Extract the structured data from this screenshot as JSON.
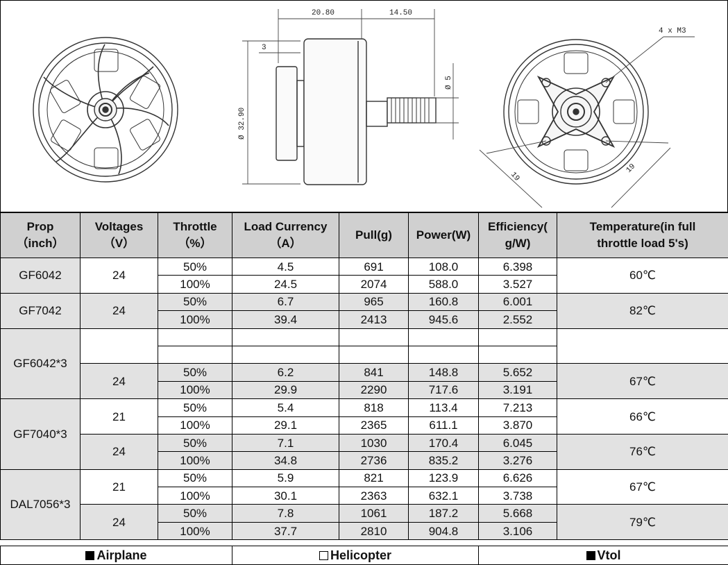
{
  "drawing": {
    "dims": {
      "width_a": "20.80",
      "width_b": "14.50",
      "flange": "3",
      "diameter": "Ø 32.90",
      "shaft": "Ø 5",
      "screws": "4 x M3",
      "hole_a": "19",
      "hole_b": "19"
    }
  },
  "table": {
    "headers": [
      [
        "Prop",
        "（inch）"
      ],
      [
        "Voltages",
        "（V）"
      ],
      [
        "Throttle",
        "（%）"
      ],
      [
        "Load Currency",
        "（A）"
      ],
      [
        "Pull(g)"
      ],
      [
        "Power(W)"
      ],
      [
        "Efficiency(",
        "g/W)"
      ],
      [
        "Temperature(in full",
        "throttle load 5's)"
      ]
    ],
    "rows": [
      {
        "prop": "GF6042",
        "voltage": "24",
        "temp": "60℃",
        "throttle": "50%",
        "current": "4.5",
        "pull": "691",
        "power": "108.0",
        "eff": "6.398"
      },
      {
        "throttle": "100%",
        "current": "24.5",
        "pull": "2074",
        "power": "588.0",
        "eff": "3.527"
      },
      {
        "prop": "GF7042",
        "voltage": "24",
        "temp": "82℃",
        "throttle": "50%",
        "current": "6.7",
        "pull": "965",
        "power": "160.8",
        "eff": "6.001"
      },
      {
        "throttle": "100%",
        "current": "39.4",
        "pull": "2413",
        "power": "945.6",
        "eff": "2.552"
      },
      {
        "prop": "GF6042*3",
        "voltage": "",
        "temp": "",
        "throttle": "",
        "current": "",
        "pull": "",
        "power": "",
        "eff": ""
      },
      {
        "throttle": "",
        "current": "",
        "pull": "",
        "power": "",
        "eff": ""
      },
      {
        "voltage": "24",
        "temp": "67℃",
        "throttle": "50%",
        "current": "6.2",
        "pull": "841",
        "power": "148.8",
        "eff": "5.652"
      },
      {
        "throttle": "100%",
        "current": "29.9",
        "pull": "2290",
        "power": "717.6",
        "eff": "3.191"
      },
      {
        "prop": "GF7040*3",
        "voltage": "21",
        "temp": "66℃",
        "throttle": "50%",
        "current": "5.4",
        "pull": "818",
        "power": "113.4",
        "eff": "7.213"
      },
      {
        "throttle": "100%",
        "current": "29.1",
        "pull": "2365",
        "power": "611.1",
        "eff": "3.870"
      },
      {
        "voltage": "24",
        "temp": "76℃",
        "throttle": "50%",
        "current": "7.1",
        "pull": "1030",
        "power": "170.4",
        "eff": "6.045"
      },
      {
        "throttle": "100%",
        "current": "34.8",
        "pull": "2736",
        "power": "835.2",
        "eff": "3.276"
      },
      {
        "prop": "DAL7056*3",
        "voltage": "21",
        "temp": "67℃",
        "throttle": "50%",
        "current": "5.9",
        "pull": "821",
        "power": "123.9",
        "eff": "6.626"
      },
      {
        "throttle": "100%",
        "current": "30.1",
        "pull": "2363",
        "power": "632.1",
        "eff": "3.738"
      },
      {
        "voltage": "24",
        "temp": "79℃",
        "throttle": "50%",
        "current": "7.8",
        "pull": "1061",
        "power": "187.2",
        "eff": "5.668"
      },
      {
        "throttle": "100%",
        "current": "37.7",
        "pull": "2810",
        "power": "904.8",
        "eff": "3.106"
      }
    ]
  },
  "footer": {
    "airplane": "Airplane",
    "helicopter": "Helicopter",
    "vtol": "Vtol"
  }
}
